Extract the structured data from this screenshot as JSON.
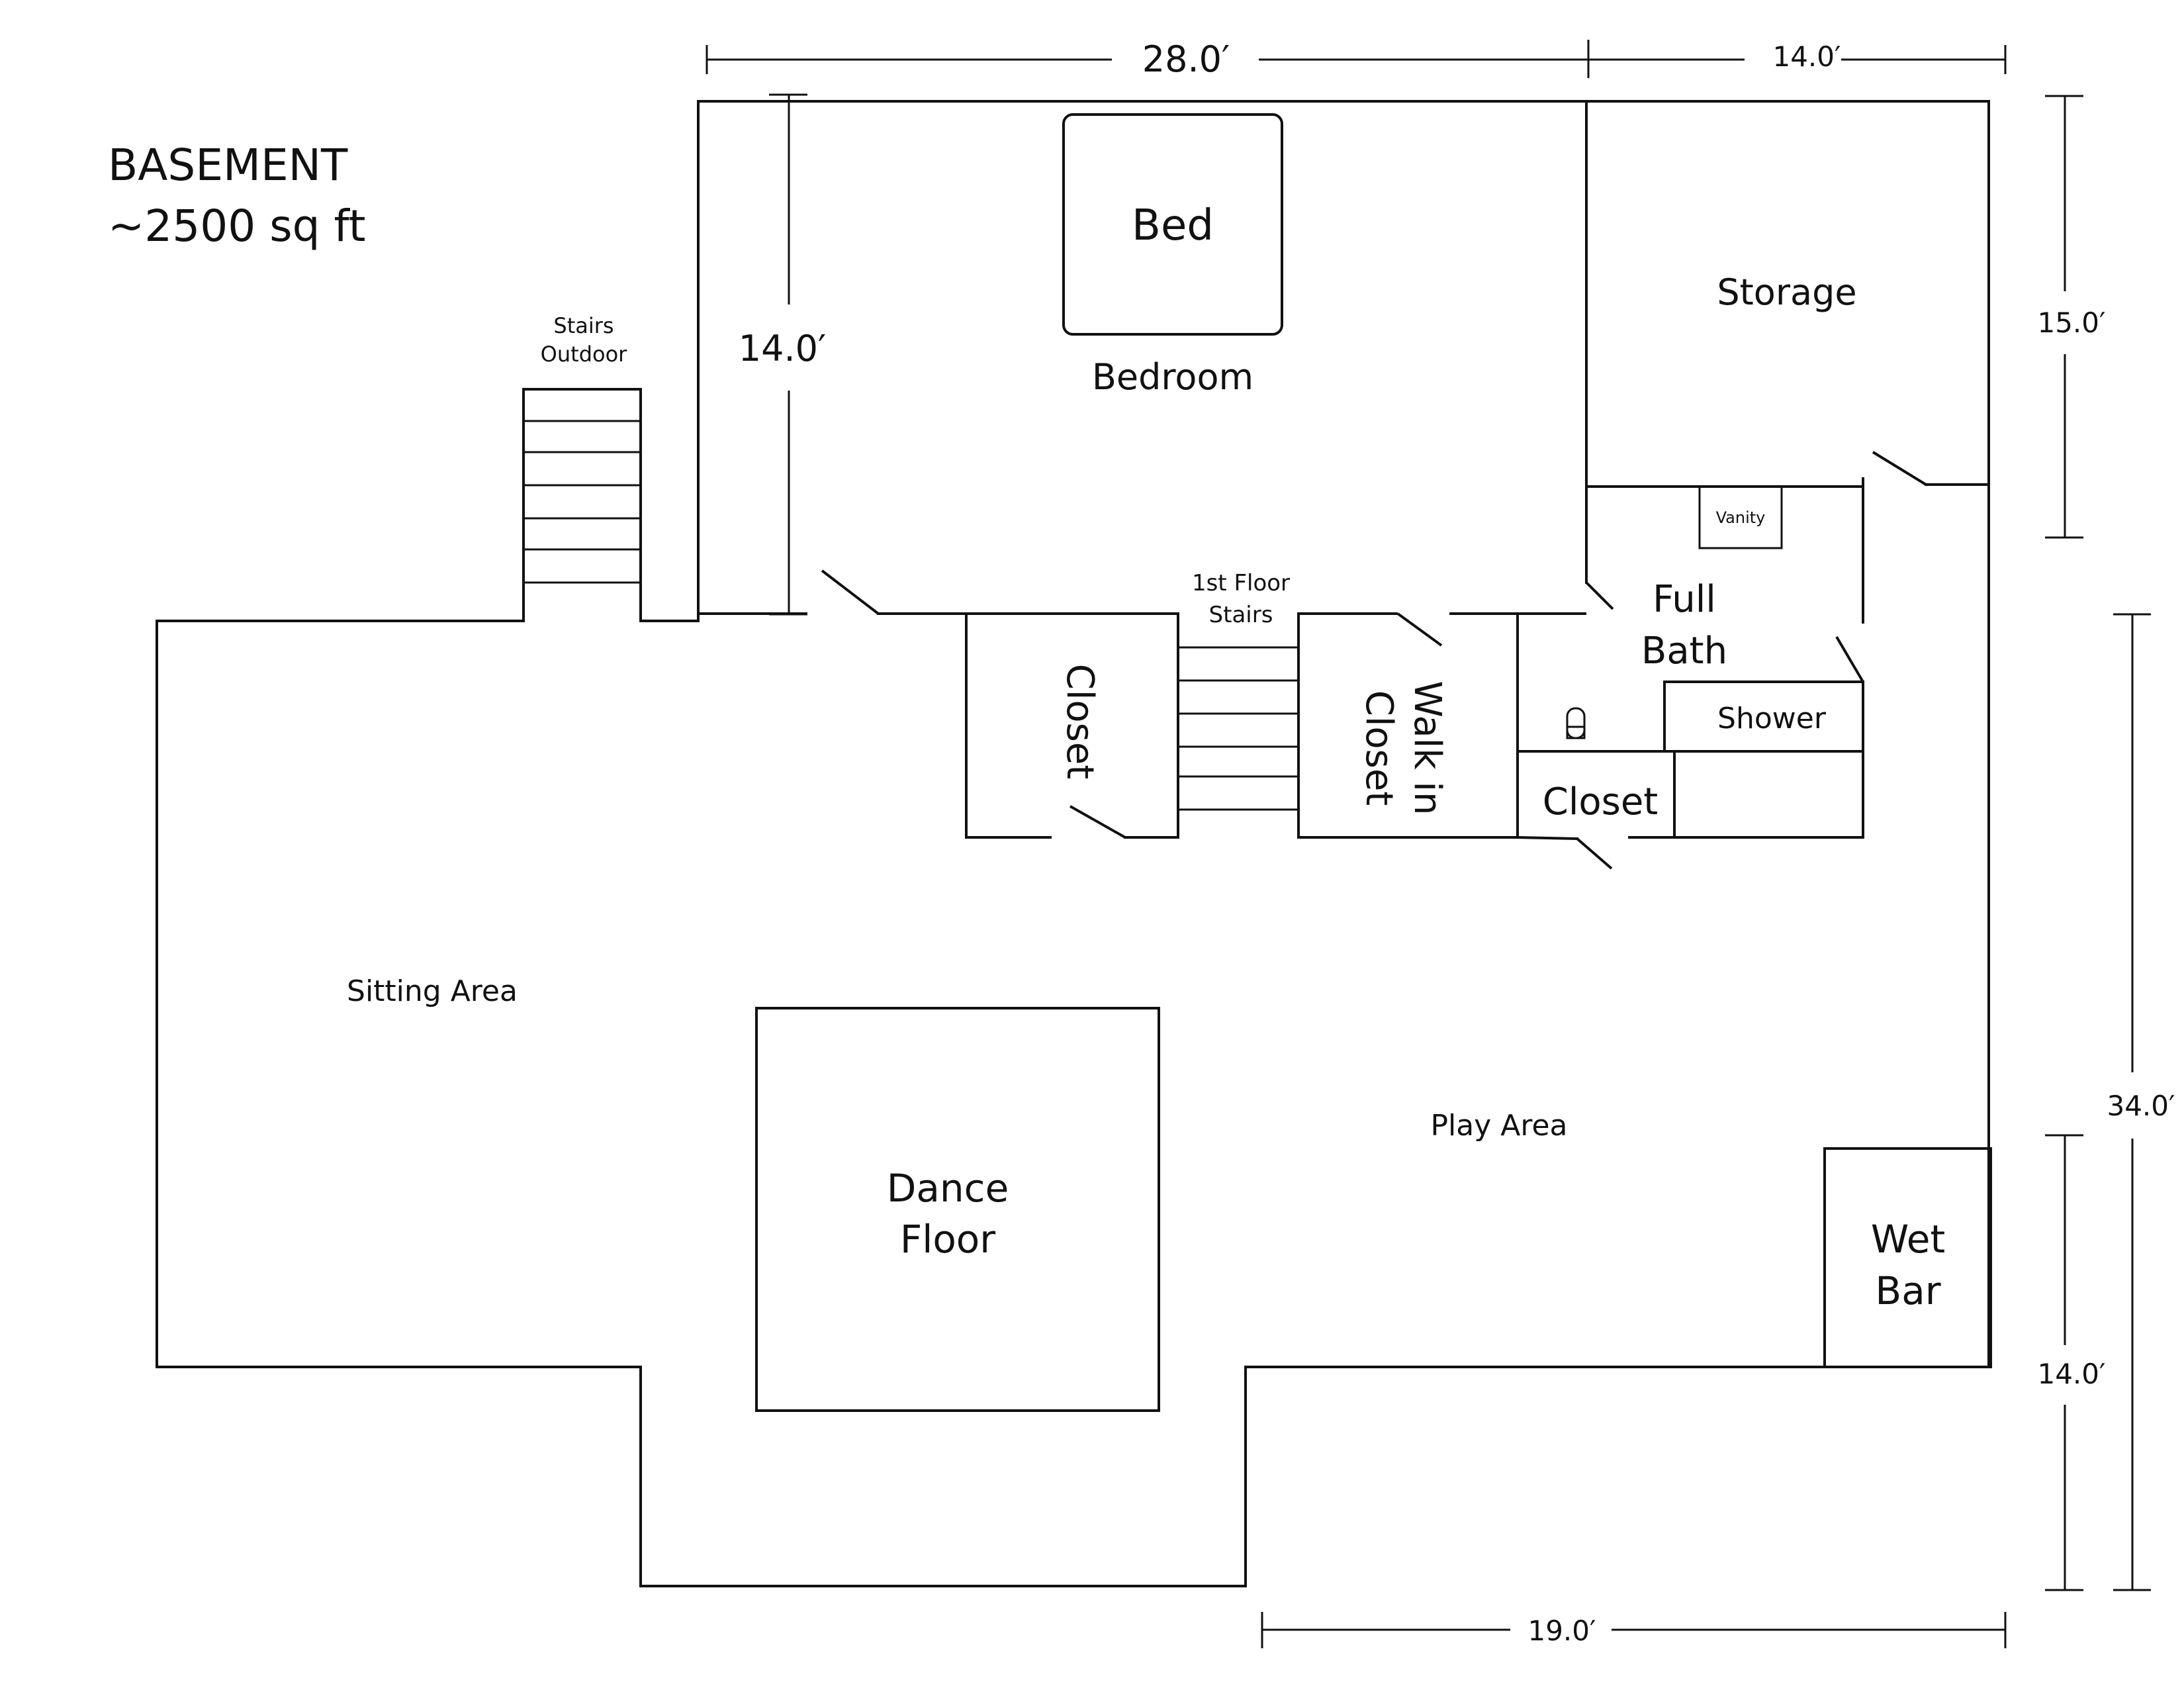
{
  "title": {
    "line1": "BASEMENT",
    "line2": "~2500 sq ft"
  },
  "rooms": {
    "bed": "Bed",
    "bedroom": "Bedroom",
    "storage": "Storage",
    "vanity": "Vanity",
    "full_bath_line1": "Full",
    "full_bath_line2": "Bath",
    "shower": "Shower",
    "closet_bath": "Closet",
    "closet_left": "Closet",
    "walk_in_line1": "Walk in",
    "walk_in_line2": "Closet",
    "first_floor_stairs_line1": "1st Floor",
    "first_floor_stairs_line2": "Stairs",
    "stairs_outdoor_line1": "Stairs",
    "stairs_outdoor_line2": "Outdoor",
    "sitting_area": "Sitting Area",
    "play_area": "Play Area",
    "dance_floor_line1": "Dance",
    "dance_floor_line2": "Floor",
    "wet_bar_line1": "Wet",
    "wet_bar_line2": "Bar"
  },
  "dimensions": {
    "top_left": "28.0′",
    "top_right": "14.0′",
    "bedroom_depth": "14.0′",
    "storage_depth": "15.0′",
    "right_total": "34.0′",
    "right_lower": "14.0′",
    "bottom": "19.0′"
  }
}
